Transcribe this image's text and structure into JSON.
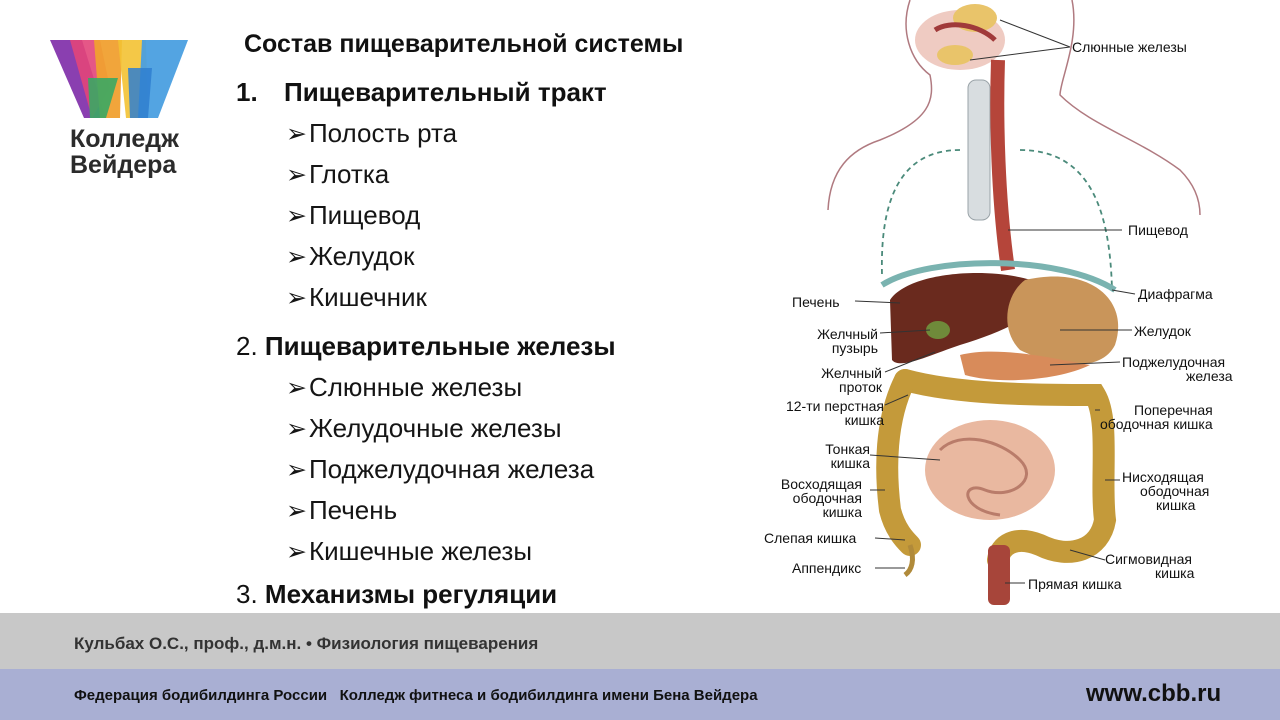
{
  "logo": {
    "line1": "Колледж",
    "line2": "Вейдера"
  },
  "title": "Состав пищеварительной системы",
  "section1": {
    "num": "1.",
    "title": "Пищеварительный тракт",
    "items": [
      "Полость рта",
      "Глотка",
      "Пищевод",
      "Желудок",
      "Кишечник"
    ]
  },
  "section2": {
    "num": "2.",
    "title": "Пищеварительные железы",
    "items": [
      "Слюнные железы",
      "Желудочные железы",
      "Поджелудочная железа",
      "Печень",
      "Кишечные железы"
    ]
  },
  "section3": {
    "num": "3.",
    "title": "Механизмы регуляции"
  },
  "arrow": "➢",
  "figure_labels": {
    "salivary": "Слюнные железы",
    "esophagus": "Пищевод",
    "diaphragm": "Диафрагма",
    "stomach": "Желудок",
    "pancreas_1": "Поджелудочная",
    "pancreas_2": "железа",
    "transverse_1": "Поперечная",
    "transverse_2": "ободочная кишка",
    "descending_1": "Нисходящая",
    "descending_2": "ободочная",
    "descending_3": "кишка",
    "sigmoid_1": "Сигмовидная",
    "sigmoid_2": "кишка",
    "rectum": "Прямая кишка",
    "liver": "Печень",
    "gallbladder_1": "Желчный",
    "gallbladder_2": "пузырь",
    "bileduct_1": "Желчный",
    "bileduct_2": "проток",
    "duodenum_1": "12-ти перстная",
    "duodenum_2": "кишка",
    "small_1": "Тонкая",
    "small_2": "кишка",
    "ascending_1": "Восходящая",
    "ascending_2": "ободочная",
    "ascending_3": "кишка",
    "cecum": "Слепая кишка",
    "appendix": "Аппендикс"
  },
  "footer": {
    "author": "Кульбах О.С., проф., д.м.н. • Физиология пищеварения",
    "org": "Федерация бодибилдинга России   Колледж фитнеса и бодибилдинга имени Бена Вейдера",
    "url": "www.cbb.ru"
  }
}
